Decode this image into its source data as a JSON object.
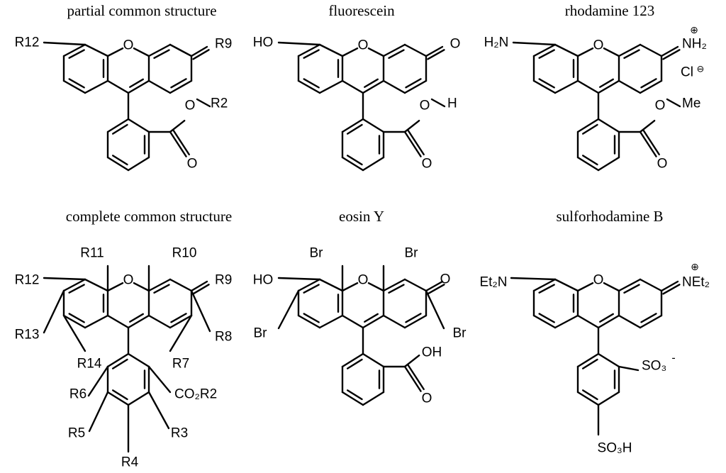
{
  "panels": [
    {
      "title": "partial common structure",
      "atoms": {
        "o_ring": "O",
        "left_sub": "R12",
        "right_sub": "R9",
        "ester_o": "O",
        "ester_r": "R2",
        "carbonyl_o": "O"
      }
    },
    {
      "title": "fluorescein",
      "atoms": {
        "o_ring": "O",
        "left_sub": "HO",
        "right_sub": "O",
        "ester_o": "O",
        "ester_r": "H",
        "carbonyl_o": "O"
      }
    },
    {
      "title": "rhodamine 123",
      "atoms": {
        "o_ring": "O",
        "left_sub": "H₂N",
        "right_sub": "NH₂",
        "plus": "⊕",
        "counter": "Cl",
        "counter_charge": "⊖",
        "ester_o": "O",
        "ester_r": "Me",
        "carbonyl_o": "O"
      }
    },
    {
      "title": "complete common structure",
      "atoms": {
        "o_ring": "O",
        "r11": "R11",
        "r10": "R10",
        "r12": "R12",
        "r9": "R9",
        "r13": "R13",
        "r8": "R8",
        "r14": "R14",
        "r7": "R7",
        "r6": "R6",
        "co2r2": "CO₂R2",
        "r5": "R5",
        "r3": "R3",
        "r4": "R4"
      }
    },
    {
      "title": "eosin Y",
      "atoms": {
        "o_ring": "O",
        "br_top_left": "Br",
        "br_top_right": "Br",
        "left_sub": "HO",
        "right_sub": "O",
        "br_bottom_left": "Br",
        "br_bottom_right": "Br",
        "oh": "OH",
        "carbonyl_o": "O"
      }
    },
    {
      "title": "sulforhodamine B",
      "atoms": {
        "o_ring": "O",
        "left_sub": "Et₂N",
        "right_sub": "NEt₂",
        "plus": "⊕",
        "so3_minus": "SO₃",
        "minus": "-",
        "so3h": "SO₃H"
      }
    }
  ]
}
